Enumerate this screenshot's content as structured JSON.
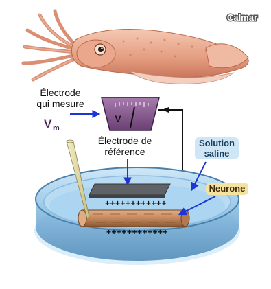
{
  "labels": {
    "squid": "Calmar",
    "measuring_electrode_line1": "Électrode",
    "measuring_electrode_line2": "qui mesure",
    "vm_main": "V",
    "vm_sub": "m",
    "voltmeter": "V",
    "reference_electrode_line1": "Électrode de",
    "reference_electrode_line2": "référence",
    "saline_line1": "Solution",
    "saline_line2": "saline",
    "neuron": "Neurone",
    "charges_top": "++++++++++++",
    "charges_bottom": "++++++++++++"
  },
  "colors": {
    "background": "#ffffff",
    "squid_body": "#e8a88e",
    "voltmeter_face": "#7a4d82",
    "saline_fill": "#a7d3ef",
    "dish_rim": "#4b7fa6",
    "neuron_fill": "#c58a5e",
    "label_blue": "#cfe6f6",
    "label_yellow": "#f4e29e",
    "arrow_blue": "#1d35d6",
    "wire": "#111111"
  },
  "icons": [
    "squid-illustration",
    "voltmeter-icon",
    "petri-dish",
    "electrode-needle"
  ]
}
